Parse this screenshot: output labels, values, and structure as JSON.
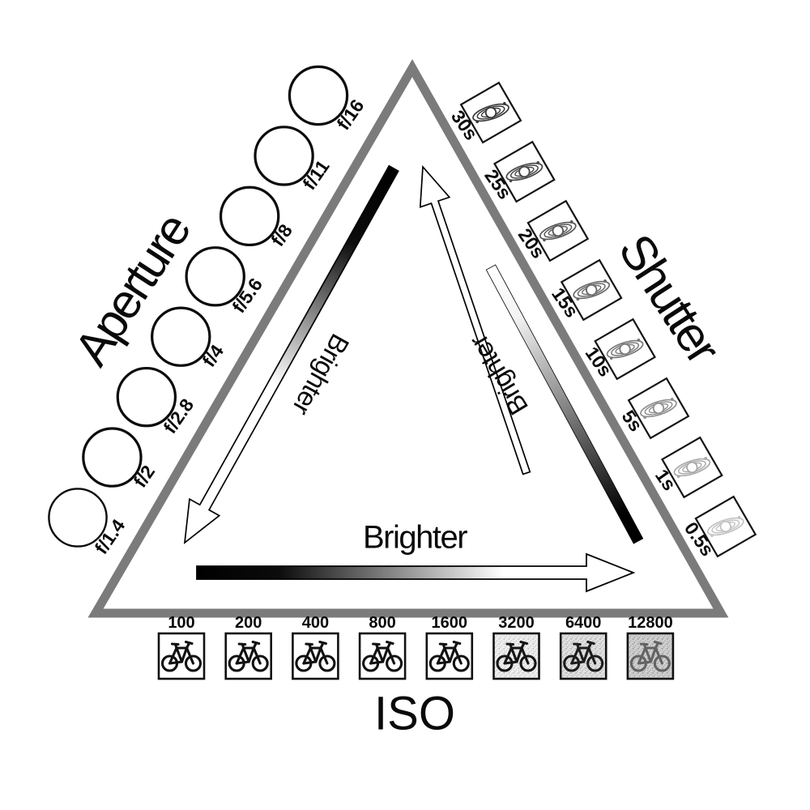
{
  "triangle": {
    "border_color": "#7b7b7b"
  },
  "brighter_arrows": {
    "aperture_side_label": "Brighter",
    "shutter_side_label": "Brighter",
    "iso_side_label": "Brighter"
  },
  "aperture_axis": {
    "title": "Aperture",
    "stops": [
      {
        "label": "f/1.4",
        "open": 1.0
      },
      {
        "label": "f/2",
        "open": 0.86
      },
      {
        "label": "f/2.8",
        "open": 0.66
      },
      {
        "label": "f/4",
        "open": 0.52
      },
      {
        "label": "f/5.6",
        "open": 0.44
      },
      {
        "label": "f/8",
        "open": 0.37
      },
      {
        "label": "f/11",
        "open": 0.28
      },
      {
        "label": "f/16",
        "open": 0.2
      }
    ]
  },
  "shutter_axis": {
    "title": "Shutter",
    "stops": [
      {
        "label": "30s",
        "tone": "#383838"
      },
      {
        "label": "25s",
        "tone": "#474747"
      },
      {
        "label": "20s",
        "tone": "#575757"
      },
      {
        "label": "15s",
        "tone": "#686868"
      },
      {
        "label": "10s",
        "tone": "#7a7a7a"
      },
      {
        "label": "5s",
        "tone": "#8f8f8f"
      },
      {
        "label": "1s",
        "tone": "#a9a9a9"
      },
      {
        "label": "0.5s",
        "tone": "#c3c3c3"
      }
    ]
  },
  "iso_axis": {
    "title": "ISO",
    "stops": [
      {
        "label": "100",
        "bg": "#ffffff",
        "noise": 0,
        "ink": "#111111"
      },
      {
        "label": "200",
        "bg": "#ffffff",
        "noise": 0,
        "ink": "#111111"
      },
      {
        "label": "400",
        "bg": "#ffffff",
        "noise": 0,
        "ink": "#111111"
      },
      {
        "label": "800",
        "bg": "#ffffff",
        "noise": 0,
        "ink": "#111111"
      },
      {
        "label": "1600",
        "bg": "#ffffff",
        "noise": 0,
        "ink": "#111111"
      },
      {
        "label": "3200",
        "bg": "#f1f1f1",
        "noise": 0.55,
        "ink": "#151515"
      },
      {
        "label": "6400",
        "bg": "#e4e4e4",
        "noise": 0.8,
        "ink": "#1d1d1d"
      },
      {
        "label": "12800",
        "bg": "#d2d2d2",
        "noise": 1,
        "ink": "#636363"
      }
    ]
  }
}
